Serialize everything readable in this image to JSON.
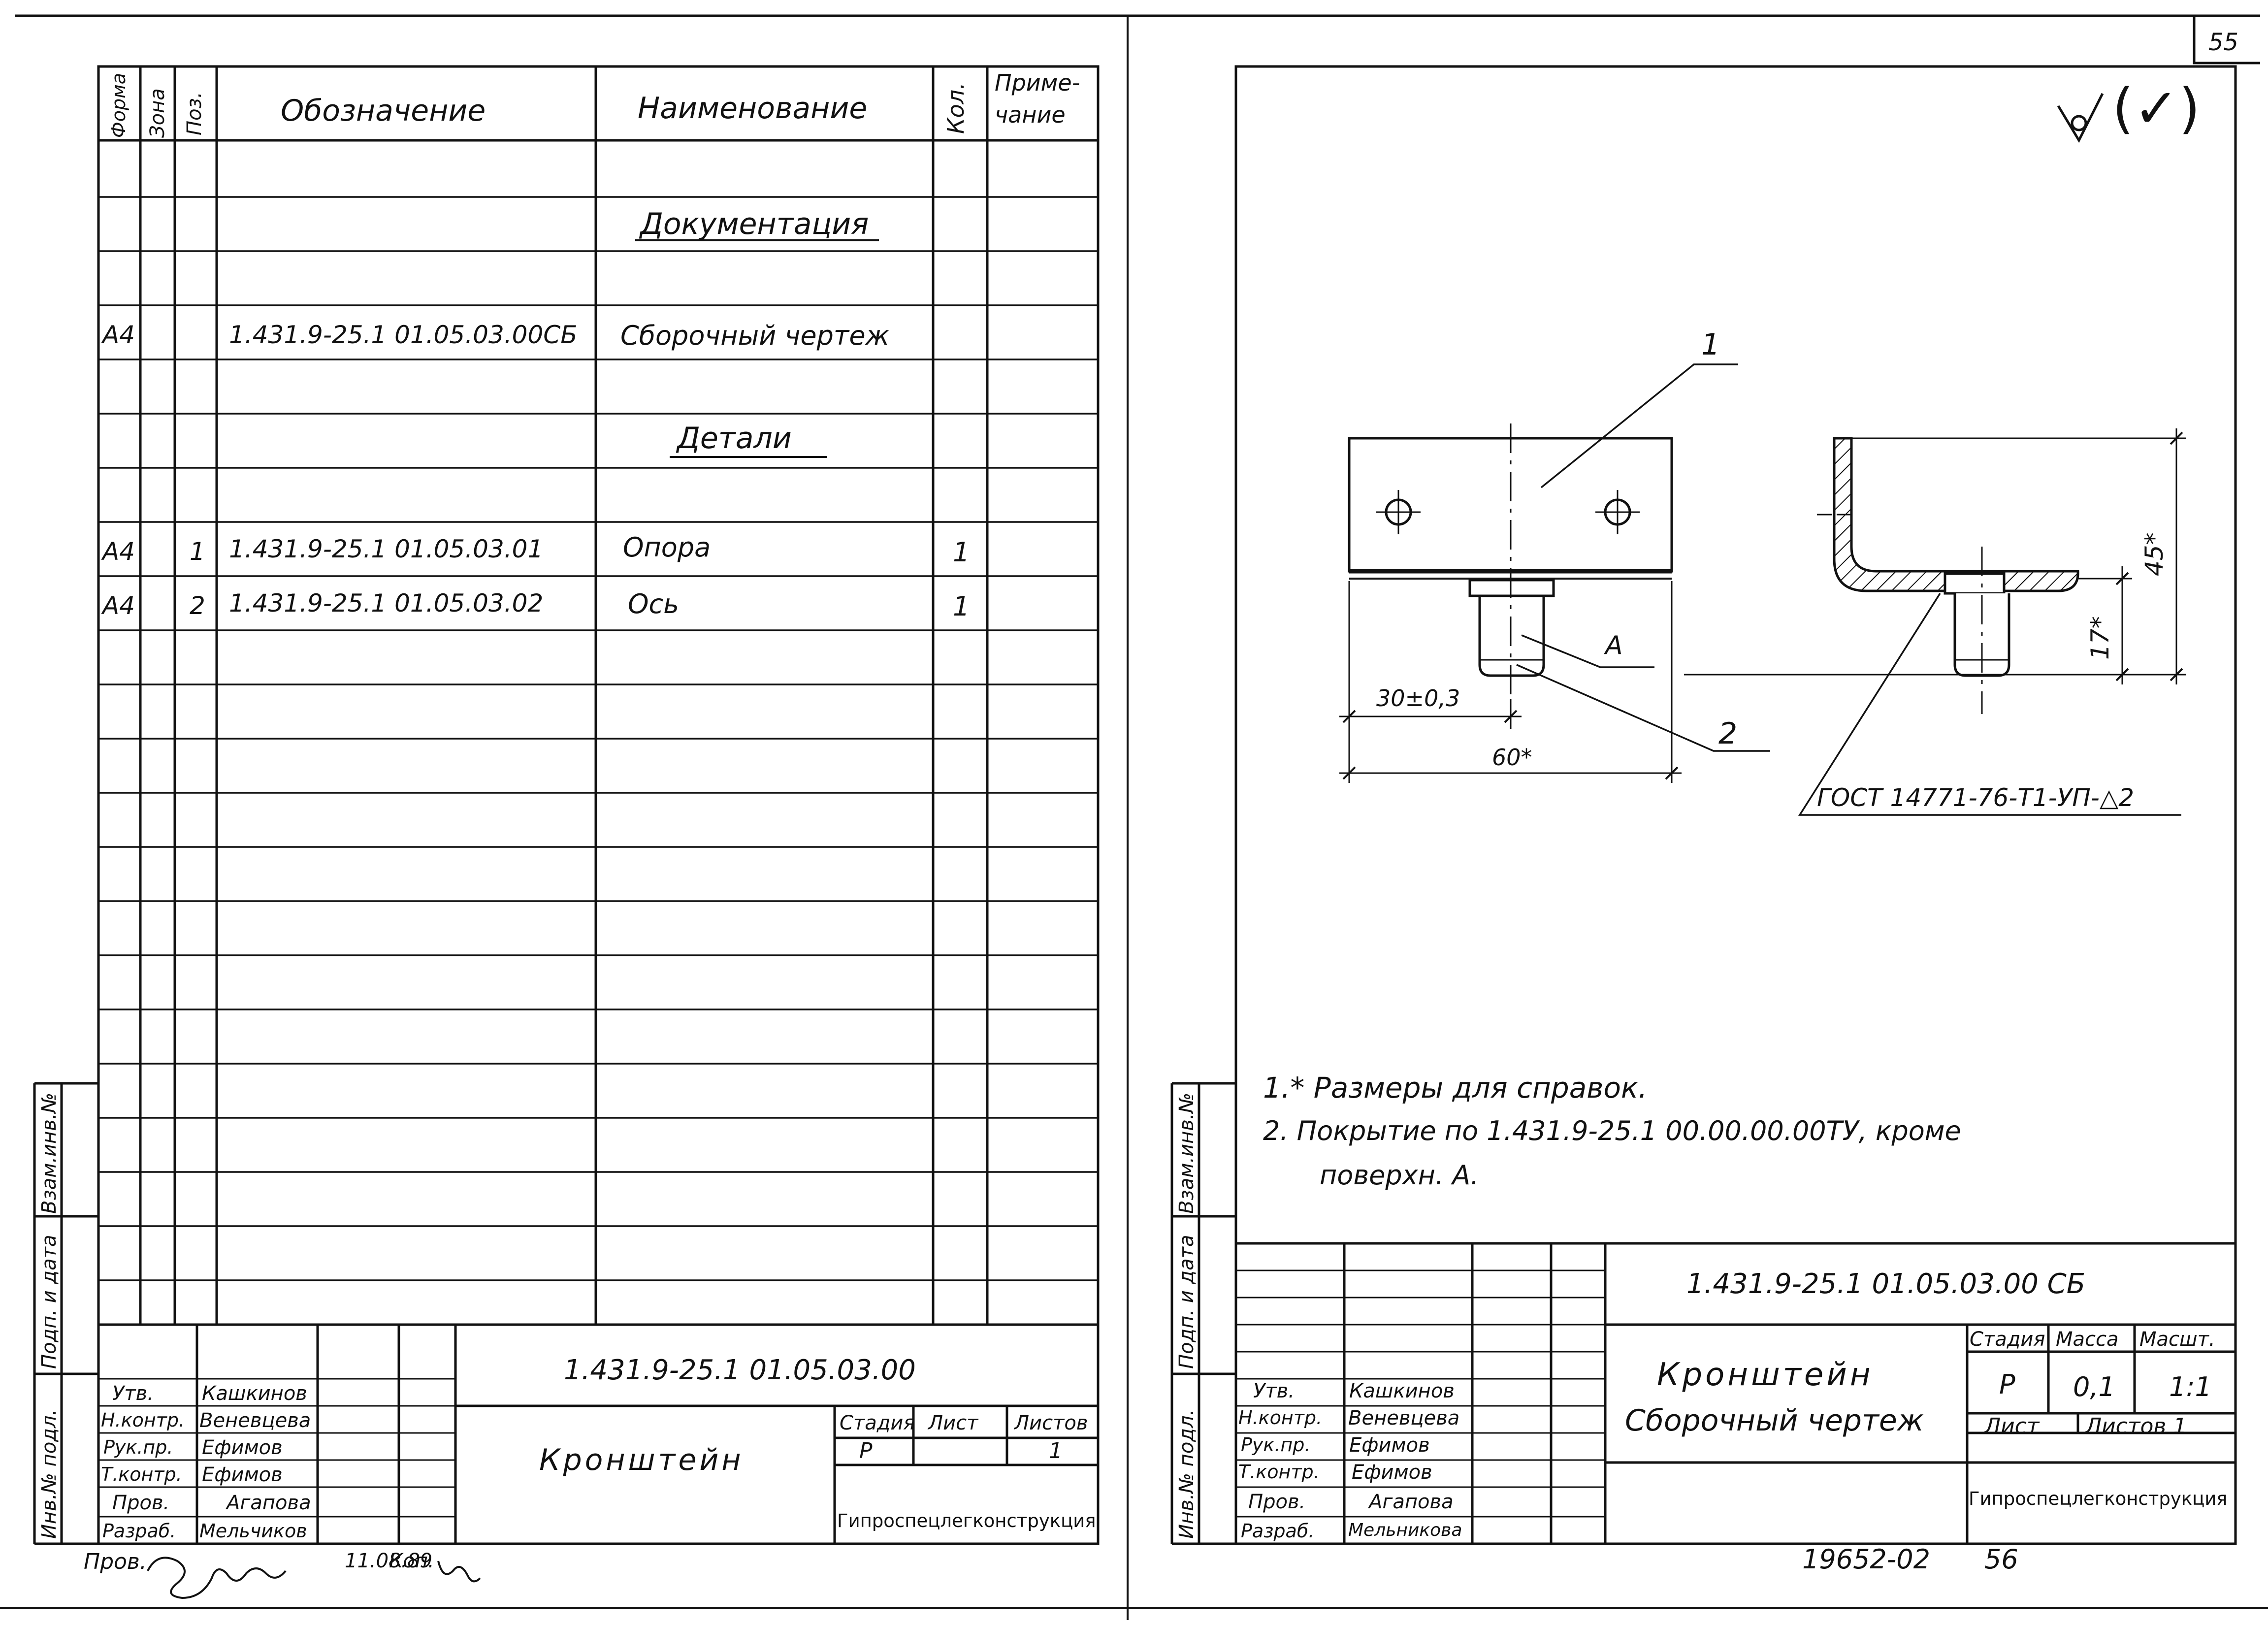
{
  "page_number": "55",
  "spec": {
    "headers": {
      "forma": "Форма",
      "zona": "Зона",
      "poz": "Поз.",
      "designation": "Обозначение",
      "name": "Наименование",
      "qty": "Кол.",
      "note_1": "Приме-",
      "note_2": "чание"
    },
    "sections": {
      "documentation": "Документация",
      "details": "Детали"
    },
    "rows": [
      {
        "forma": "А4",
        "poz": "",
        "designation": "1.431.9-25.1   01.05.03.00СБ",
        "name": "Сборочный чертеж",
        "qty": ""
      },
      {
        "forma": "А4",
        "poz": "1",
        "designation": "1.431.9-25.1   01.05.03.01",
        "name": "Опора",
        "qty": "1"
      },
      {
        "forma": "А4",
        "poz": "2",
        "designation": "1.431.9-25.1   01.05.03.02",
        "name": "Ось",
        "qty": "1"
      }
    ],
    "title_block": {
      "code": "1.431.9-25.1      01.05.03.00",
      "title": "Кронштейн",
      "stage_label": "Стадия",
      "sheet_label": "Лист",
      "sheets_label": "Листов",
      "stage": "Р",
      "sheets": "1",
      "org": "Гипроспецлегконструкция"
    },
    "roles": [
      {
        "role": "Утв.",
        "name": "Кашкинов"
      },
      {
        "role": "Н.контр.",
        "name": "Веневцева"
      },
      {
        "role": "Рук.пр.",
        "name": "Ефимов"
      },
      {
        "role": "Т.контр.",
        "name": "Ефимов"
      },
      {
        "role": "Пров.",
        "name": "Агапова"
      },
      {
        "role": "Разраб.",
        "name": "Мельчиков"
      }
    ],
    "footer_note": "Пров.",
    "footer_date": "11.08.89",
    "footer_kop": "Коп."
  },
  "side_labels": {
    "inv_podl": "Инв.№ подл.",
    "podp_data": "Подп. и дата",
    "vzam_inv": "Взам.инв.№"
  },
  "assembly": {
    "roughness": "(✓)",
    "callouts": {
      "part1": "1",
      "part2": "2",
      "surface": "А"
    },
    "dimensions": {
      "d30": "30±0,3",
      "d60": "60*",
      "d45": "45*",
      "d17": "17*"
    },
    "weld_note": "ГОСТ 14771-76-Т1-УП-△2",
    "notes": [
      "1.* Размеры   для   справок.",
      "2. Покрытие   по  1.431.9-25.1   00.00.00.00ТУ,  кроме",
      "поверхн. А."
    ],
    "title_block": {
      "code": "1.431.9-25.1     01.05.03.00 СБ",
      "title_1": "Кронштейн",
      "title_2": "Сборочный чертеж",
      "stage_label": "Стадия",
      "mass_label": "Масса",
      "scale_label": "Масшт.",
      "stage": "Р",
      "mass": "0,1",
      "scale": "1:1",
      "sheet_label": "Лист",
      "sheets_label": "Листов 1",
      "org": "Гипроспецлегконструкция"
    },
    "roles": [
      {
        "role": "Утв.",
        "name": "Кашкинов"
      },
      {
        "role": "Н.контр.",
        "name": "Веневцева"
      },
      {
        "role": "Рук.пр.",
        "name": "Ефимов"
      },
      {
        "role": "Т.контр.",
        "name": "Ефимов"
      },
      {
        "role": "Пров.",
        "name": "Агапова"
      },
      {
        "role": "Разраб.",
        "name": "Мельникова"
      }
    ],
    "archive_no": "19652-02",
    "next_page": "56"
  }
}
